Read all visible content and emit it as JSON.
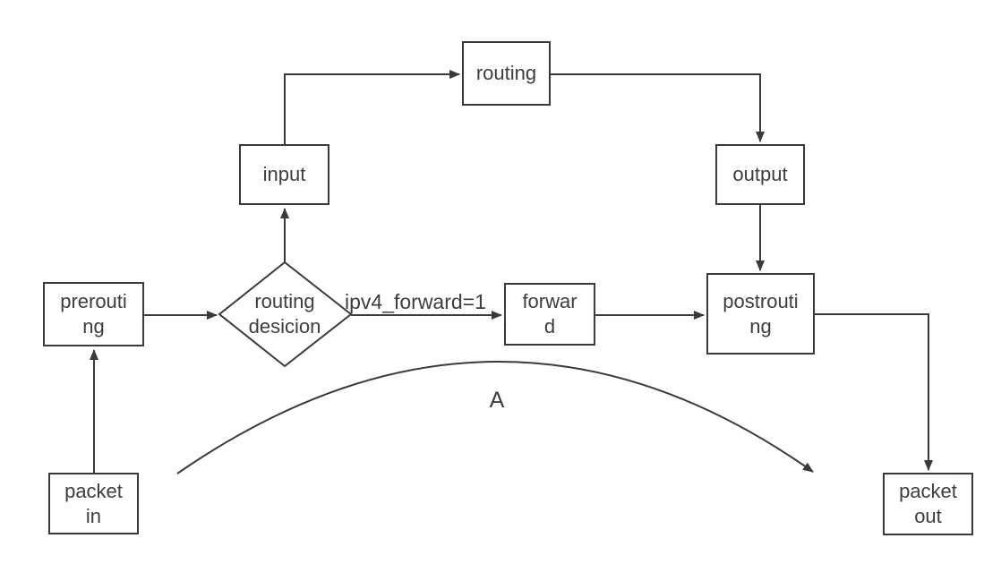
{
  "diagram": {
    "nodes": [
      {
        "id": "routing",
        "shape": "rect",
        "label": "routing"
      },
      {
        "id": "input",
        "shape": "rect",
        "label": "input"
      },
      {
        "id": "output",
        "shape": "rect",
        "label": "output"
      },
      {
        "id": "prerouting",
        "shape": "rect",
        "label": "prerouti\nng"
      },
      {
        "id": "routing-decision",
        "shape": "diamond",
        "label": "routing\ndesicion"
      },
      {
        "id": "forward",
        "shape": "rect",
        "label": "forwar\nd"
      },
      {
        "id": "postrouting",
        "shape": "rect",
        "label": "postrouti\nng"
      },
      {
        "id": "packet-in",
        "shape": "rect",
        "label": "packet\nin"
      },
      {
        "id": "packet-out",
        "shape": "rect",
        "label": "packet\nout"
      }
    ],
    "edge_labels": [
      {
        "id": "ipv4-forward-condition",
        "text": "ipv4_forward=1"
      },
      {
        "id": "curve-annotation",
        "text": "A"
      }
    ],
    "colors": {
      "line": "#3a3a3a",
      "text": "#3d3d3d",
      "node_fill": "#ffffff",
      "background": "#ffffff"
    }
  }
}
